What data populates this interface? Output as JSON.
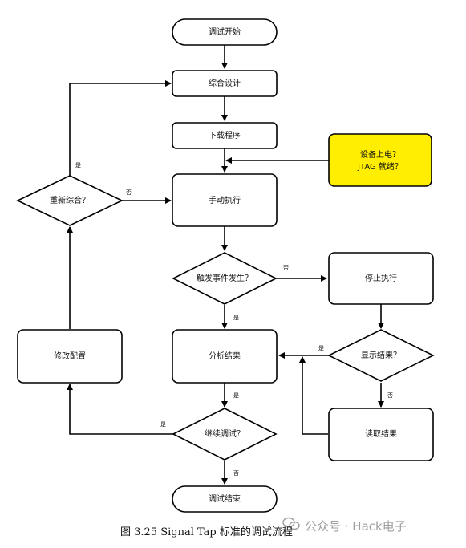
{
  "diagram": {
    "nodes": {
      "start": "调试开始",
      "synth": "综合设计",
      "download": "下载程序",
      "power": [
        "设备上电？",
        "JTAG 就绪？"
      ],
      "manual": "手动执行",
      "resynth": "重新综合？",
      "trigger": "触发事件发生？",
      "stop": "停止执行",
      "analyze": "分析结果",
      "show": "显示结果？",
      "modify": "修改配置",
      "read": "读取结果",
      "continue": "继续调试？",
      "end": "调试结束"
    },
    "edges": {
      "yes": "是",
      "no": "否"
    }
  },
  "caption": "图 3.25 Signal Tap 标准的调试流程",
  "watermark": "公众号 · Hack电子",
  "colors": {
    "highlight": "#ffee00",
    "stroke": "#000000"
  }
}
